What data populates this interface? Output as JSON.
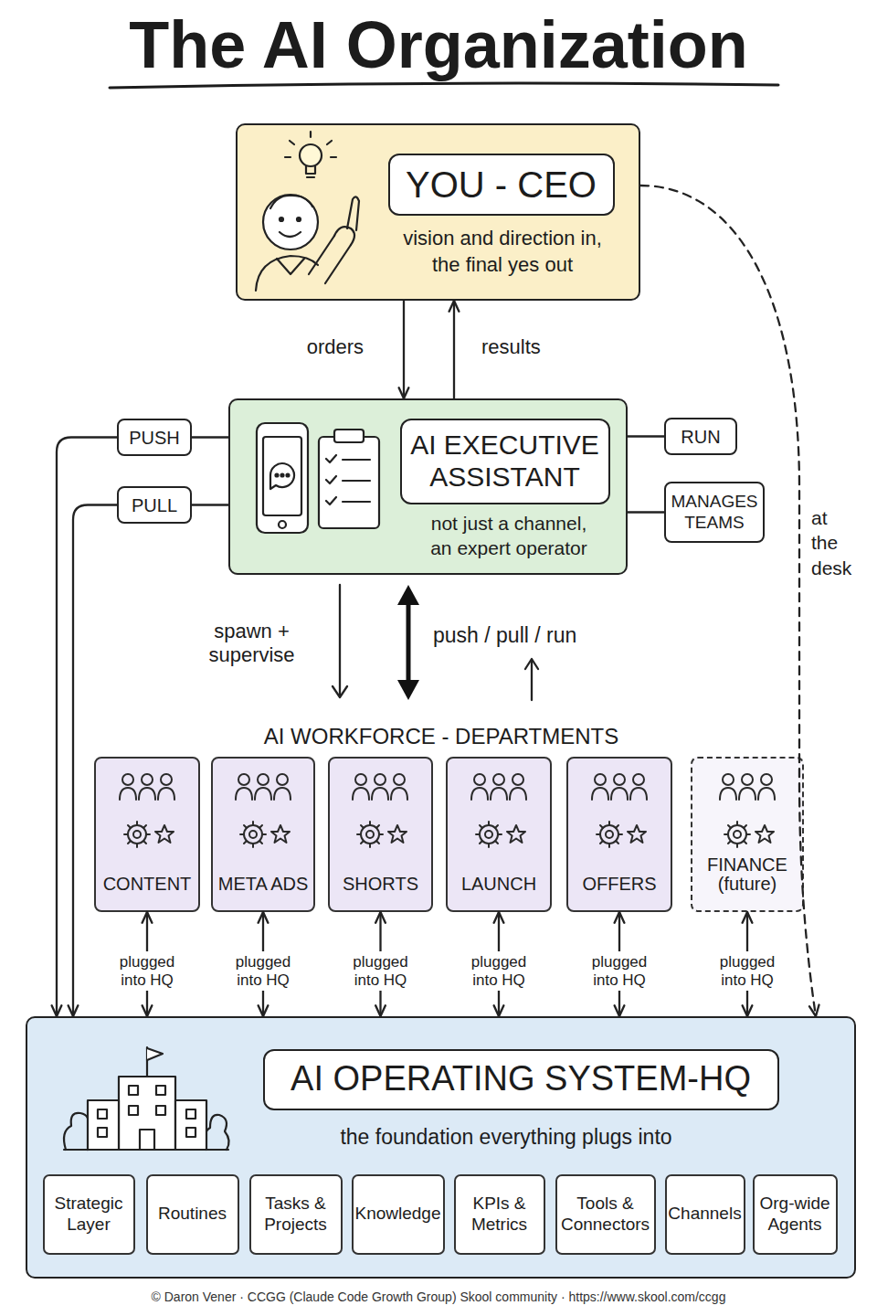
{
  "diagram": {
    "title": "The AI Organization",
    "caption": "© Daron Vener · CCGG (Claude Code Growth Group) Skool community · https://www.skool.com/ccgg",
    "nodes": [
      {
        "text": [
          "vision and direction in, the final yes out"
        ]
      },
      {
        "text": [
          "YOU - CEO"
        ],
        "in": 0
      },
      {
        "text": [
          "not just a channel, an expert operator"
        ]
      },
      {
        "text": [
          "AI EXECUTIVE ASSISTANT"
        ],
        "in": 2
      },
      {
        "text": [
          "PUSH"
        ]
      },
      {
        "text": [
          "PULL"
        ]
      },
      {
        "text": [
          "RUN"
        ]
      },
      {
        "text": [
          "MANAGES TEAMS"
        ]
      },
      {
        "text": [
          "CONTENT"
        ]
      },
      {
        "text": [
          "META ADS"
        ]
      },
      {
        "text": [
          "SHORTS"
        ]
      },
      {
        "text": [
          "LAUNCH"
        ]
      },
      {
        "text": [
          "OFFERS"
        ]
      },
      {
        "text": [
          "FINANCE (future)"
        ]
      },
      {
        "text": [
          "the foundation everything plugs into"
        ]
      },
      {
        "text": [
          "AI OPERATING SYSTEM-HQ"
        ],
        "in": 14
      },
      {
        "text": [
          "Strategic Layer"
        ],
        "in": 14
      },
      {
        "text": [
          "Routines"
        ],
        "in": 14
      },
      {
        "text": [
          "Tasks & Projects"
        ],
        "in": 14
      },
      {
        "text": [
          "Knowledge"
        ],
        "in": 14
      },
      {
        "text": [
          "KPIs & Metrics"
        ],
        "in": 14
      },
      {
        "text": [
          "Tools & Connectors"
        ],
        "in": 14
      },
      {
        "text": [
          "Channels"
        ],
        "in": 14
      },
      {
        "text": [
          "Org-wide Agents"
        ],
        "in": 14
      }
    ],
    "edges": [
      {
        "from": 0,
        "to": 2,
        "label": "orders",
        "arrow": "to"
      },
      {
        "from": 2,
        "to": 0,
        "label": "results",
        "arrow": "to"
      },
      {
        "from": 4,
        "to": 2,
        "arrow": "none"
      },
      {
        "from": 5,
        "to": 2,
        "arrow": "none"
      },
      {
        "from": 2,
        "to": 6,
        "arrow": "none"
      },
      {
        "from": 2,
        "to": 7,
        "arrow": "none"
      },
      {
        "from": 4,
        "to": 14,
        "arrow": "to"
      },
      {
        "from": 5,
        "to": 14,
        "arrow": "to"
      },
      {
        "from": 8,
        "to": 14,
        "label": "plugged into HQ",
        "arrow": "both"
      },
      {
        "from": 9,
        "to": 14,
        "label": "plugged into HQ",
        "arrow": "both"
      },
      {
        "from": 10,
        "to": 14,
        "label": "plugged into HQ",
        "arrow": "both"
      },
      {
        "from": 11,
        "to": 14,
        "label": "plugged into HQ",
        "arrow": "both"
      },
      {
        "from": 12,
        "to": 14,
        "label": "plugged into HQ",
        "arrow": "both"
      },
      {
        "from": 13,
        "to": 14,
        "label": "plugged into HQ",
        "arrow": "both"
      },
      {
        "from": 0,
        "to": 14,
        "label": "at the desk",
        "arrow": "to"
      }
    ],
    "labels": [
      "spawn + supervise",
      "push / pull / run",
      "AI WORKFORCE - DEPARTMENTS"
    ]
  }
}
